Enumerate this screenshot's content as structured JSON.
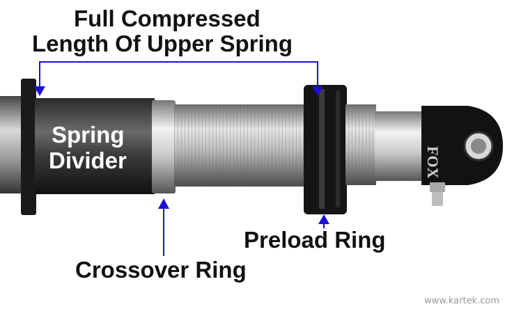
{
  "title_line1": "Full Compressed",
  "title_line2": "Length Of Upper Spring",
  "divider_line1": "Spring",
  "divider_line2": "Divider",
  "preload_label": "Preload Ring",
  "crossover_label": "Crossover Ring",
  "brand_mark": "FOX",
  "watermark": "www.kartek.com",
  "colors": {
    "arrow": "#1a10d8",
    "text": "#111111",
    "label_on_dark": "#ffffff"
  }
}
